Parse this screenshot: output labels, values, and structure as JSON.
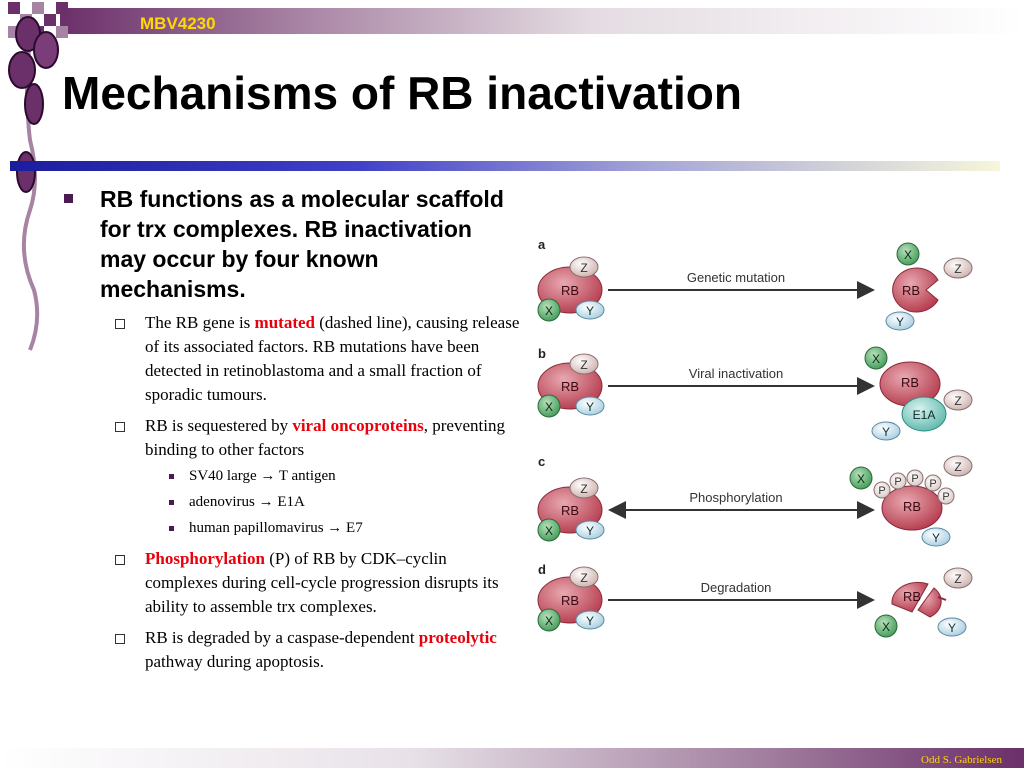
{
  "course_code": "MBV4230",
  "title": "Mechanisms of RB inactivation",
  "footer_author": "Odd S. Gabrielsen",
  "colors": {
    "accent_red": "#e8000c",
    "purple": "#6b2f6a",
    "blue_rule": "#1c1c9e",
    "gold": "#ffd800"
  },
  "bullet_main": "RB functions as a molecular scaffold for trx complexes. RB inactivation may occur by four known mechanisms.",
  "sub1": {
    "pre": "The RB gene is ",
    "hl": "mutated",
    "post": " (dashed line), causing release of its associated factors. RB mutations have been detected in retinoblastoma and a small fraction of sporadic tumours."
  },
  "sub2": {
    "pre": "RB is sequestered by ",
    "hl": "viral oncoproteins",
    "post": ", preventing binding to other factors"
  },
  "sub2_items": [
    "SV40 large → T antigen",
    "adenovirus  → E1A",
    "human papillomavirus  → E7"
  ],
  "sub3": {
    "hl": "Phosphorylation",
    "post": " (P) of RB by CDK–cyclin complexes during cell-cycle progression disrupts its ability to assemble trx complexes."
  },
  "sub4": {
    "pre": "RB is degraded by a caspase-dependent ",
    "hl": "proteolytic",
    "post": " pathway during apoptosis."
  },
  "figure": {
    "panel_a": {
      "letter": "a",
      "arrow_label": "Genetic mutation"
    },
    "panel_b": {
      "letter": "b",
      "arrow_label": "Viral inactivation"
    },
    "panel_c": {
      "letter": "c",
      "arrow_label": "Phosphorylation"
    },
    "panel_d": {
      "letter": "d",
      "arrow_label": "Degradation"
    },
    "labels": {
      "rb": "RB",
      "x": "X",
      "y": "Y",
      "z": "Z",
      "e1a": "E1A",
      "p": "P"
    }
  }
}
